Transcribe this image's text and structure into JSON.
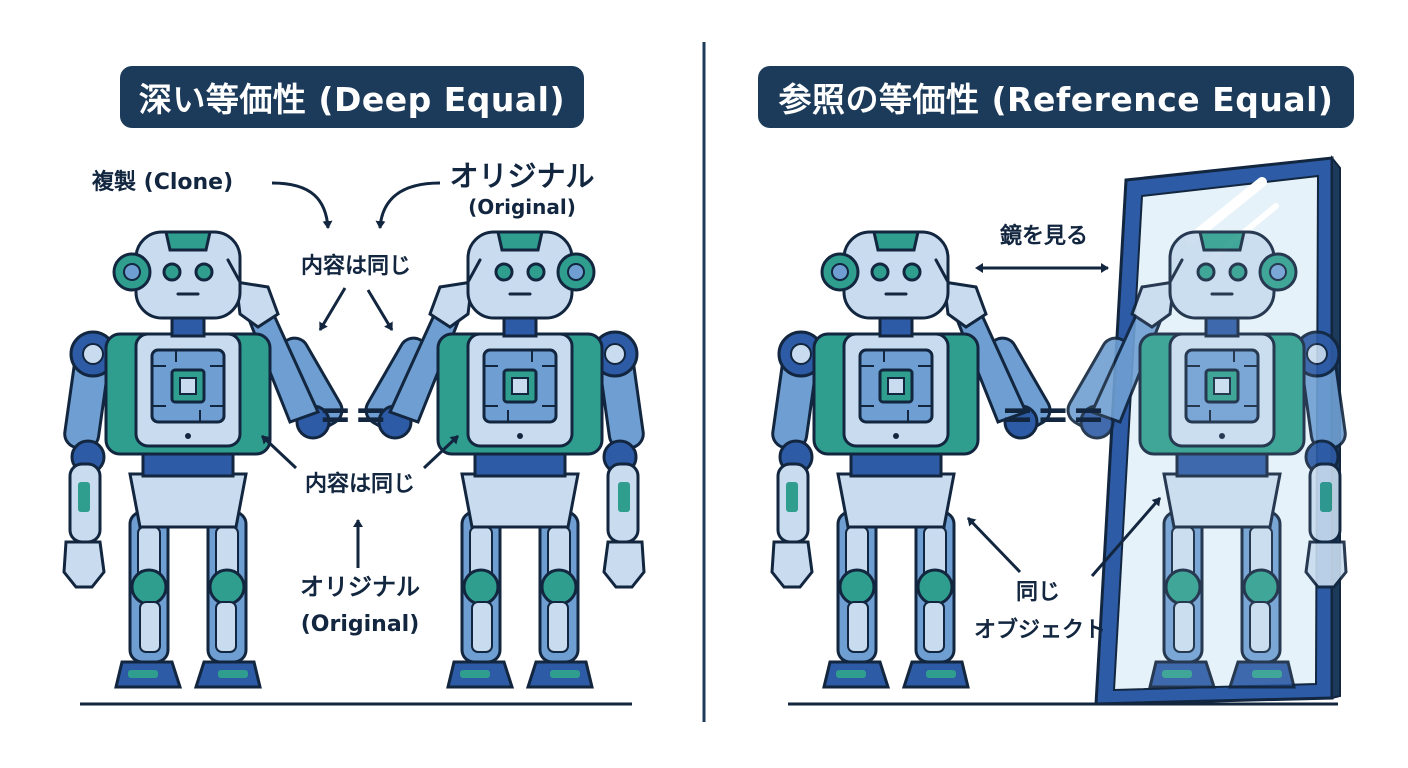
{
  "colors": {
    "navy": "#1c3a5a",
    "ink": "#12263f",
    "robot_blue": "#6f9fd2",
    "robot_light": "#c9dcef",
    "robot_teal": "#2f9e8e",
    "mirror_frame": "#2d5ba5",
    "mirror_glass": "#e6f2f9"
  },
  "left_panel": {
    "title": "深い等価性 (Deep Equal)",
    "clone_label": "複製 (Clone)",
    "original_label": "オリジナル",
    "original_label_en": "(Original)",
    "same_content_top": "内容は同じ",
    "operator": "==",
    "same_content_bottom": "内容は同じ",
    "bottom_original": "オリジナル",
    "bottom_original_en": "(Original)"
  },
  "right_panel": {
    "title": "参照の等価性 (Reference Equal)",
    "look_mirror": "鏡を見る",
    "operator": "===",
    "same": "同じ",
    "object": "オブジェクト"
  }
}
